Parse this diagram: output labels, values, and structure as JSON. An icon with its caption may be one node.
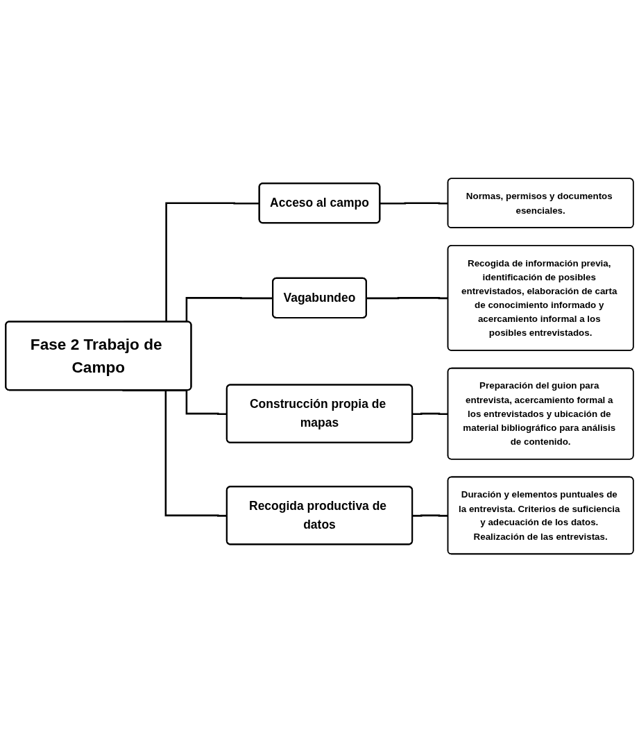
{
  "diagram": {
    "nodes": [
      {
        "text": [
          "Fase 2 Trabajo de Campo"
        ]
      },
      {
        "text": [
          "Acceso al campo"
        ]
      },
      {
        "text": [
          "Normas, permisos y documentos esenciales."
        ]
      },
      {
        "text": [
          "Vagabundeo"
        ]
      },
      {
        "text": [
          "Recogida de información previa, identificación de posibles entrevistados, elaboración de carta de conocimiento informado y acercamiento informal a los posibles entrevistados."
        ]
      },
      {
        "text": [
          "Construcción propia de mapas"
        ]
      },
      {
        "text": [
          "Preparación del guion para entrevista, acercamiento formal a los entrevistados y ubicación de material bibliográfico para análisis de contenido."
        ]
      },
      {
        "text": [
          "Recogida productiva de datos"
        ]
      },
      {
        "text": [
          "Duración y elementos puntuales de la entrevista. Criterios de suficiencia y adecuación de los datos. Realización de las entrevistas."
        ]
      }
    ],
    "edges": [
      {
        "from": 0,
        "to": 1,
        "arrow": "none"
      },
      {
        "from": 1,
        "to": 2,
        "arrow": "none"
      },
      {
        "from": 0,
        "to": 3,
        "arrow": "none"
      },
      {
        "from": 3,
        "to": 4,
        "arrow": "none"
      },
      {
        "from": 0,
        "to": 5,
        "arrow": "none"
      },
      {
        "from": 5,
        "to": 6,
        "arrow": "none"
      },
      {
        "from": 0,
        "to": 7,
        "arrow": "none"
      },
      {
        "from": 7,
        "to": 8,
        "arrow": "none"
      }
    ]
  }
}
